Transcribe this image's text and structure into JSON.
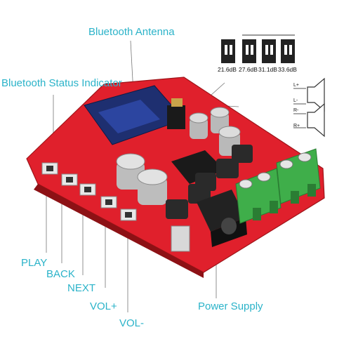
{
  "labels": {
    "bluetooth_antenna": "Bluetooth Antenna",
    "bluetooth_status": "Bluetooth Status Indicator",
    "play": "PLAY",
    "back": "BACK",
    "next": "NEXT",
    "vol_plus": "VOL+",
    "vol_minus": "VOL-",
    "power_supply": "Power Supply"
  },
  "gain_settings": [
    "21.6dB",
    "27.6dB",
    "31.1dB",
    "33.6dB"
  ],
  "speaker_terminals": [
    "L+",
    "L-",
    "R-",
    "R+"
  ],
  "colors": {
    "label": "#2bb3c9",
    "board": "#e0202c",
    "terminal": "#3fae4a"
  }
}
